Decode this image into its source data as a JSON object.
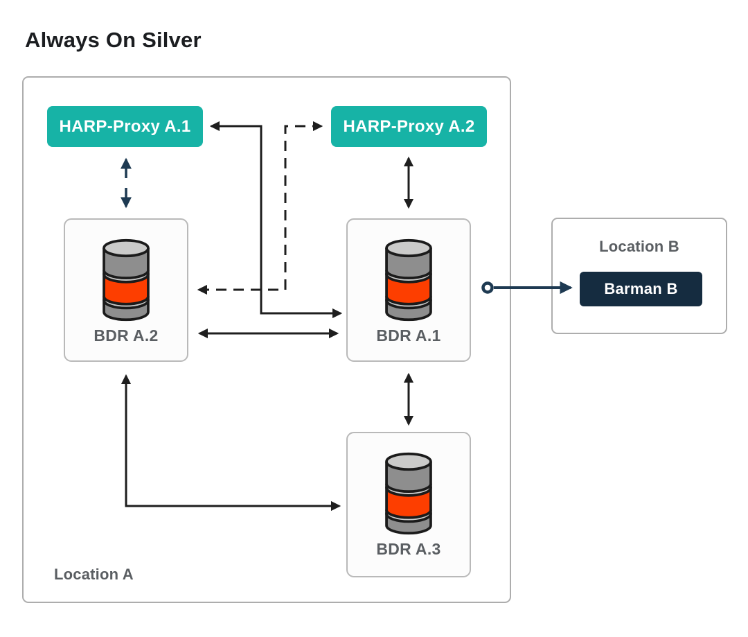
{
  "title": "Always On Silver",
  "location_a": {
    "label": "Location A",
    "proxies": [
      {
        "label": "HARP-Proxy A.1"
      },
      {
        "label": "HARP-Proxy A.2"
      }
    ],
    "nodes": [
      {
        "label": "BDR A.2"
      },
      {
        "label": "BDR A.1"
      },
      {
        "label": "BDR A.3"
      }
    ]
  },
  "location_b": {
    "label": "Location B",
    "barman_label": "Barman B"
  },
  "colors": {
    "teal": "#17b3a6",
    "navy": "#152c40",
    "navy_arrow": "#1e3a52",
    "orange": "#fd3e00",
    "arrow_black": "#1e1e1e",
    "label_gray": "#5a5e62",
    "border_gray": "#adadad"
  }
}
